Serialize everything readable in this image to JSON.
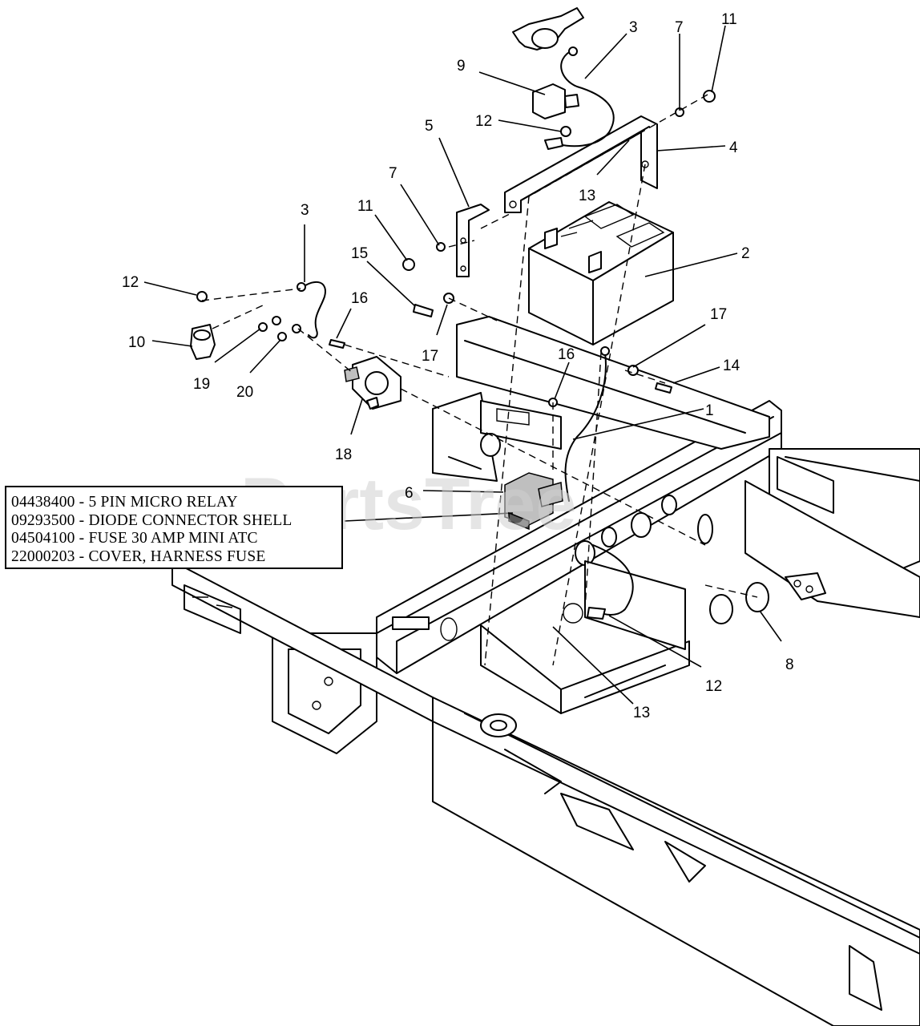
{
  "watermark": "PartsTree",
  "legend": [
    "04438400 - 5 PIN MICRO RELAY",
    "09293500 - DIODE CONNECTOR SHELL",
    "04504100 - FUSE 30 AMP MINI ATC",
    "22000203 - COVER, HARNESS FUSE"
  ],
  "callouts": {
    "c1": "1",
    "c2": "2",
    "c3a": "3",
    "c3b": "3",
    "c4": "4",
    "c5": "5",
    "c6": "6",
    "c7a": "7",
    "c7b": "7",
    "c8": "8",
    "c9": "9",
    "c10": "10",
    "c11a": "11",
    "c11b": "11",
    "c12a": "12",
    "c12b": "12",
    "c12c": "12",
    "c13a": "13",
    "c13b": "13",
    "c14": "14",
    "c15": "15",
    "c16a": "16",
    "c16b": "16",
    "c17a": "17",
    "c17b": "17",
    "c18": "18",
    "c19": "19",
    "c20": "20"
  }
}
